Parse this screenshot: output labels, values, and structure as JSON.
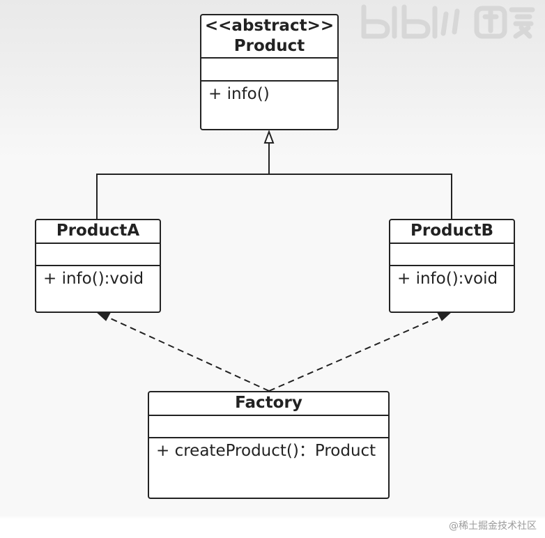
{
  "classes": {
    "product": {
      "stereotype": "<<abstract>>",
      "name": "Product",
      "method": "+ info()"
    },
    "product_a": {
      "name": "ProductA",
      "method": "+ info():void"
    },
    "product_b": {
      "name": "ProductB",
      "method": "+ info():void"
    },
    "factory": {
      "name": "Factory",
      "method": "+ createProduct()：Product"
    }
  },
  "watermark": {
    "text": "@稀土掘金技术社区"
  },
  "colors": {
    "line": "#222222",
    "box_fill": "#ffffff",
    "background": "#f4f4f4"
  }
}
